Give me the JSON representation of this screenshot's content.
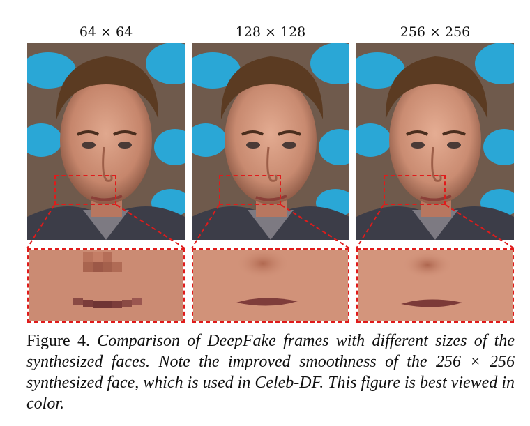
{
  "columns": [
    {
      "label": "64 × 64"
    },
    {
      "label": "128 × 128"
    },
    {
      "label": "256 × 256"
    }
  ],
  "caption": {
    "prefix": "Figure 4.",
    "text": "Comparison of DeepFake frames with different sizes of the synthesized faces. Note the improved smoothness of the 256 × 256 synthesized face, which is used in Celeb-DF. This figure is best viewed in color."
  },
  "colors": {
    "highlight": "#e01b1b",
    "background_blue": "#2aa7d6",
    "background_brown": "#6f5a4c"
  }
}
